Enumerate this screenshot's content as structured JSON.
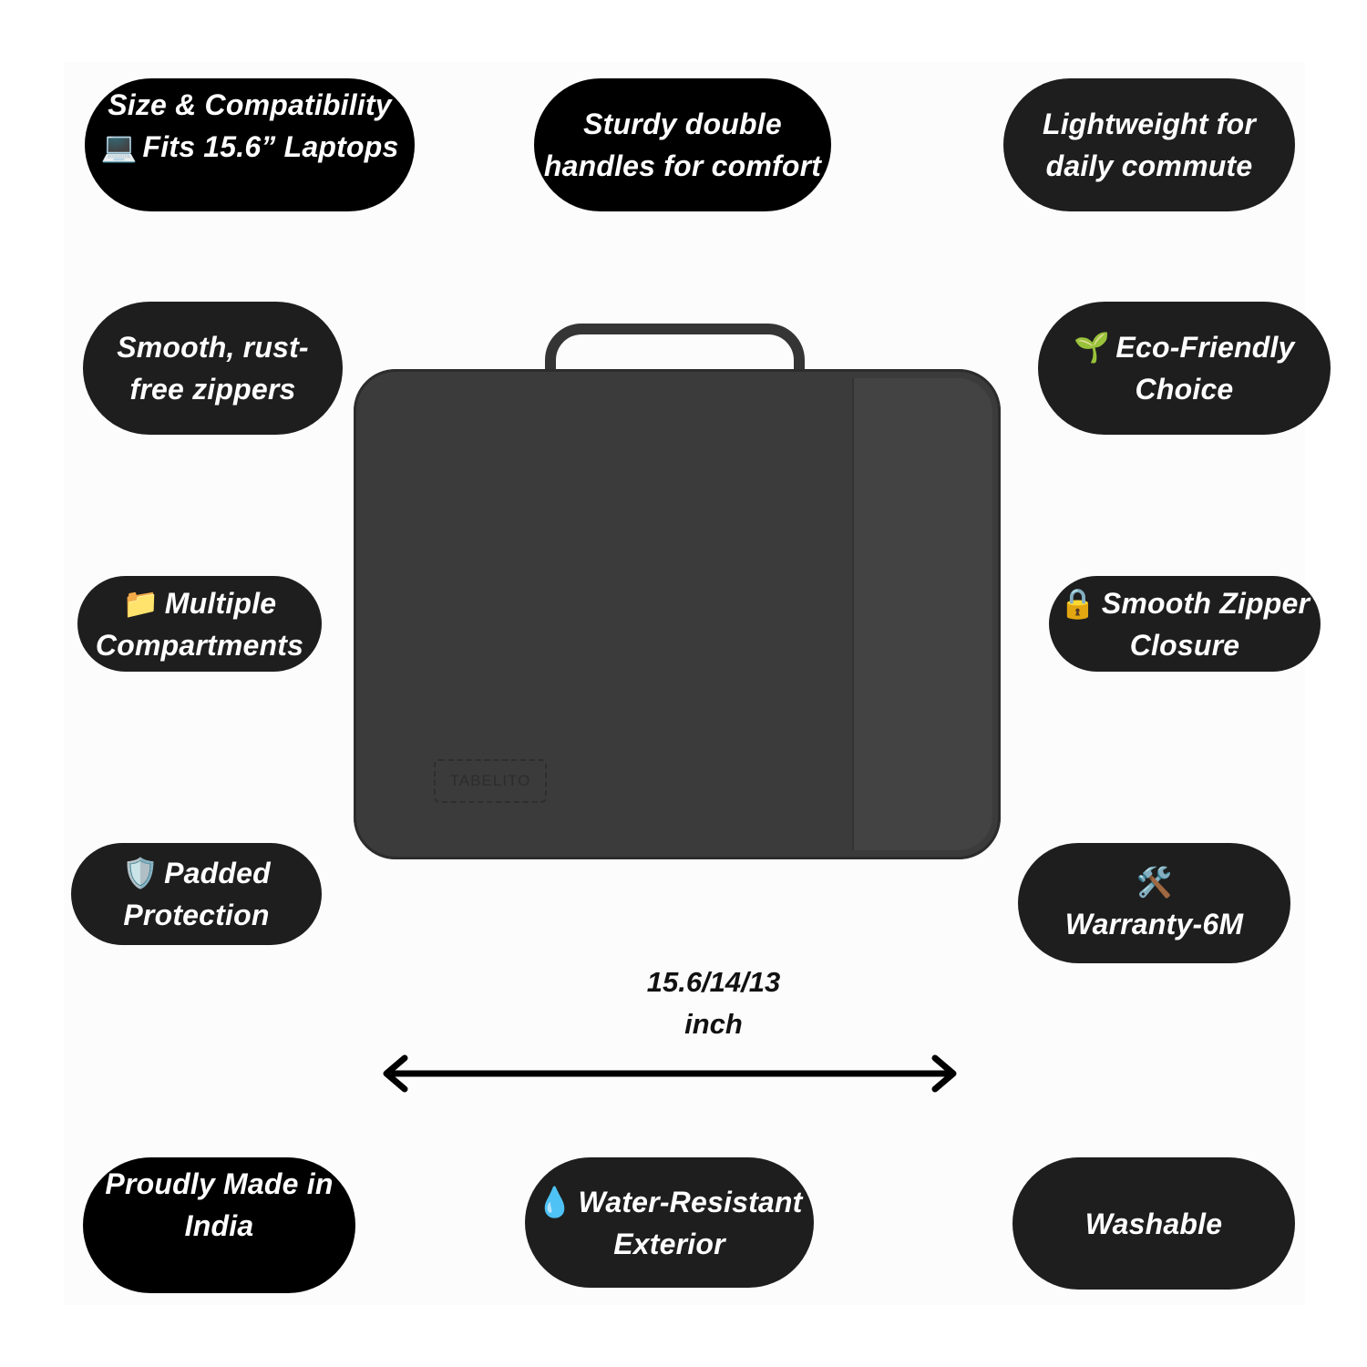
{
  "features": [
    {
      "lines": [
        "Size & Compatibility",
        "Fits 15.6” Laptops"
      ],
      "icon": "desktop-computer-icon",
      "icon_char": "💻"
    },
    {
      "lines": [
        "Sturdy double",
        "handles for comfort"
      ]
    },
    {
      "lines": [
        "Lightweight for",
        "daily commute"
      ]
    },
    {
      "lines": [
        "Smooth, rust-",
        "free zippers"
      ]
    },
    {
      "lines": [
        "Eco-Friendly",
        "Choice"
      ],
      "icon": "seedling-icon",
      "icon_char": "🌱"
    },
    {
      "lines": [
        "Multiple",
        "Compartments"
      ],
      "icon": "folder-icon",
      "icon_char": "📁"
    },
    {
      "lines": [
        "Smooth Zipper",
        "Closure"
      ],
      "icon": "lock-icon",
      "icon_char": "🔒"
    },
    {
      "lines": [
        "Padded",
        "Protection"
      ],
      "icon": "shield-icon",
      "icon_char": "🛡️"
    },
    {
      "lines": [
        "",
        "Warranty-6M"
      ],
      "icon": "hammer-wrench-icon",
      "icon_char": "🛠️"
    },
    {
      "lines": [
        "Proudly Made in",
        "India"
      ]
    },
    {
      "lines": [
        "Water-Resistant",
        "Exterior"
      ],
      "icon": "droplet-icon",
      "icon_char": "💧"
    },
    {
      "lines": [
        "Washable"
      ]
    }
  ],
  "product": {
    "brand": "TABELITO"
  },
  "dimension": {
    "line1": "15.6/14/13",
    "line2": "inch"
  }
}
